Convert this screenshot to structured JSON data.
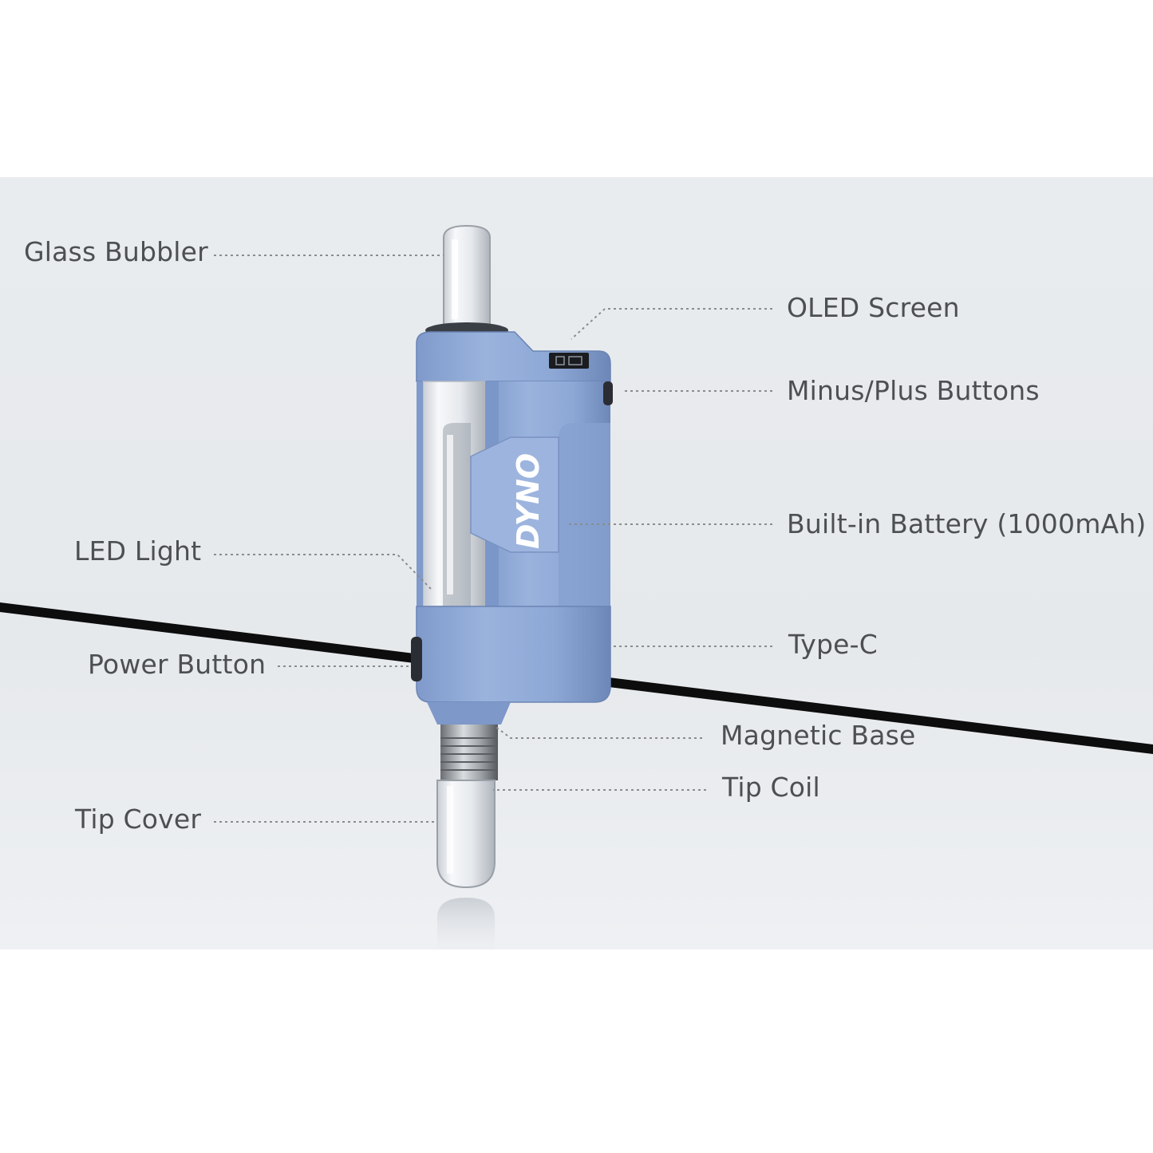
{
  "brand_logo": "DYNO",
  "callouts": {
    "glass_bubbler": "Glass Bubbler",
    "oled_screen": "OLED Screen",
    "minus_plus_buttons": "Minus/Plus Buttons",
    "built_in_battery": "Built-in Battery (1000mAh)",
    "led_light": "LED Light",
    "power_button": "Power Button",
    "type_c": "Type-C",
    "magnetic_base": "Magnetic Base",
    "tip_coil": "Tip Coil",
    "tip_cover": "Tip Cover"
  },
  "colors": {
    "device_body": "#8fa9d6",
    "device_shadow": "#6f8cbf",
    "background_panel": "#e8ebee",
    "label_text": "#4d4f52",
    "leader_line": "#8a8c8f"
  }
}
